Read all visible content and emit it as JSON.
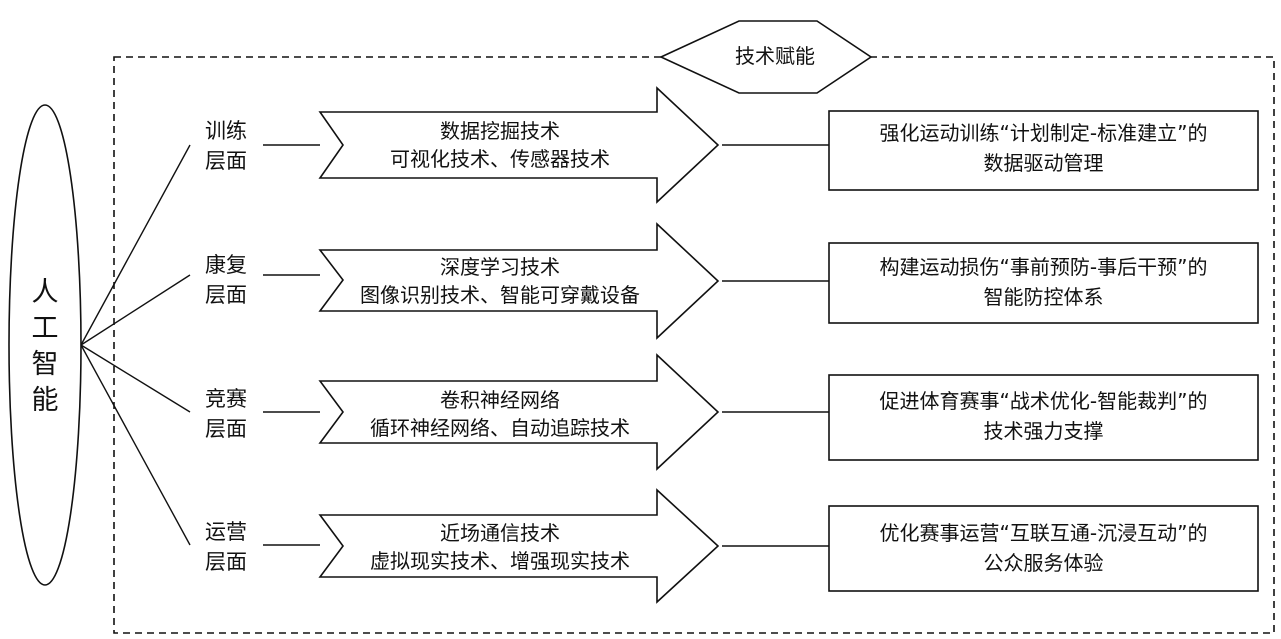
{
  "banner": {
    "label": "技术赋能"
  },
  "ai_label": {
    "chars": [
      "人",
      "工",
      "智",
      "能"
    ]
  },
  "rows": [
    {
      "level": [
        "训练",
        "层面"
      ],
      "tech": [
        "数据挖掘技术",
        "可视化技术、传感器技术"
      ],
      "outcome": [
        "强化运动训练“计划制定-标准建立”的",
        "数据驱动管理"
      ]
    },
    {
      "level": [
        "康复",
        "层面"
      ],
      "tech": [
        "深度学习技术",
        "图像识别技术、智能可穿戴设备"
      ],
      "outcome": [
        "构建运动损伤“事前预防-事后干预”的",
        "智能防控体系"
      ]
    },
    {
      "level": [
        "竞赛",
        "层面"
      ],
      "tech": [
        "卷积神经网络",
        "循环神经网络、自动追踪技术"
      ],
      "outcome": [
        "促进体育赛事“战术优化-智能裁判”的",
        "技术强力支撑"
      ]
    },
    {
      "level": [
        "运营",
        "层面"
      ],
      "tech": [
        "近场通信技术",
        "虚拟现实技术、增强现实技术"
      ],
      "outcome": [
        "优化赛事运营“互联互通-沉浸互动”的",
        "公众服务体验"
      ]
    }
  ],
  "colors": {
    "stroke": "#111111",
    "background": "#ffffff"
  }
}
